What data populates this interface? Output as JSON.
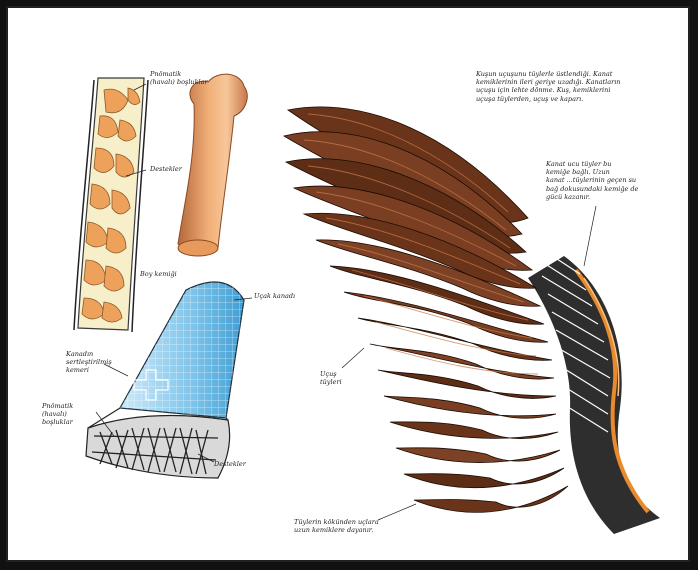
{
  "labels": {
    "pnomatik": [
      "Pnömatik",
      "(havalı) boşluklar"
    ],
    "destekler": "Destekler",
    "boy_kemik": "Boy kemiği",
    "kanat_bolmesi": [
      "Kanadın",
      "sertleştirilmiş",
      "kemeri"
    ],
    "pnomatik_lower": [
      "Pnömatik",
      "(havalı)",
      "boşluklar"
    ],
    "destekler_lower": "Destekler",
    "ucak_kanadi": "Uçak kanadı",
    "ucus_tuyleri": [
      "Uçuş",
      "tüyleri"
    ],
    "feather_note": [
      "Tüylerin kökünden uçlara",
      "uzun kemiklere dayanır."
    ]
  },
  "paragraphs": {
    "top": [
      "Kuşun uçuşunu tüylerle üstlendiği. Kanat",
      "kemiklerinin ileri geriye uzadığı. Kanatların",
      "uçuşu için lehte dönme. Kuş, kemiklerini",
      "uçuşa tüylerden, uçuş ve kaparı."
    ],
    "middle": [
      "Kanat ucu tüyler bu",
      "kemiğe bağlı. Uzun",
      "kanat ...tüylerinin geçen su",
      "bağ dokusundaki kemiğe de",
      "gücü kazanır."
    ]
  },
  "colors": {
    "feather_dark": "#3a1d10",
    "feather_mid": "#7a3f22",
    "feather_light": "#c8794a",
    "bone": "#f2b079",
    "wing_blue": "#7cc3ea"
  }
}
